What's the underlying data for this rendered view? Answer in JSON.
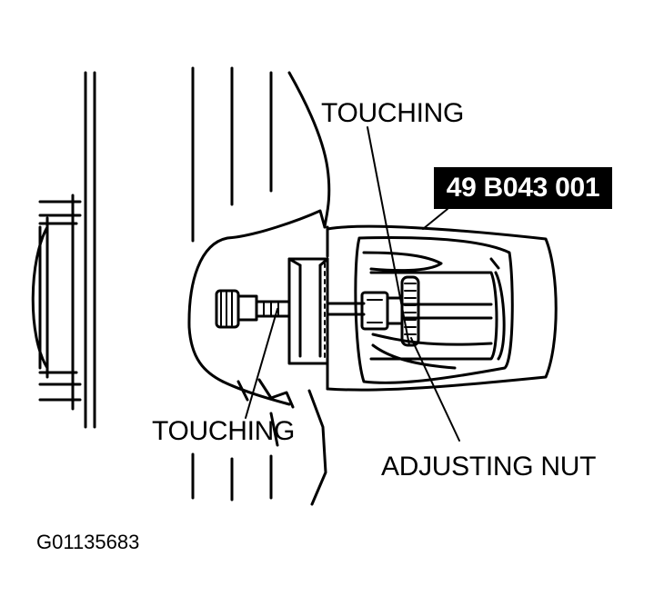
{
  "labels": {
    "touching_top": "TOUCHING",
    "touching_bottom": "TOUCHING",
    "adjusting_nut": "ADJUSTING NUT",
    "tool_number": "49 B043 001",
    "figure_id": "G01135683"
  },
  "colors": {
    "ink": "#000000",
    "paper": "#ffffff"
  }
}
